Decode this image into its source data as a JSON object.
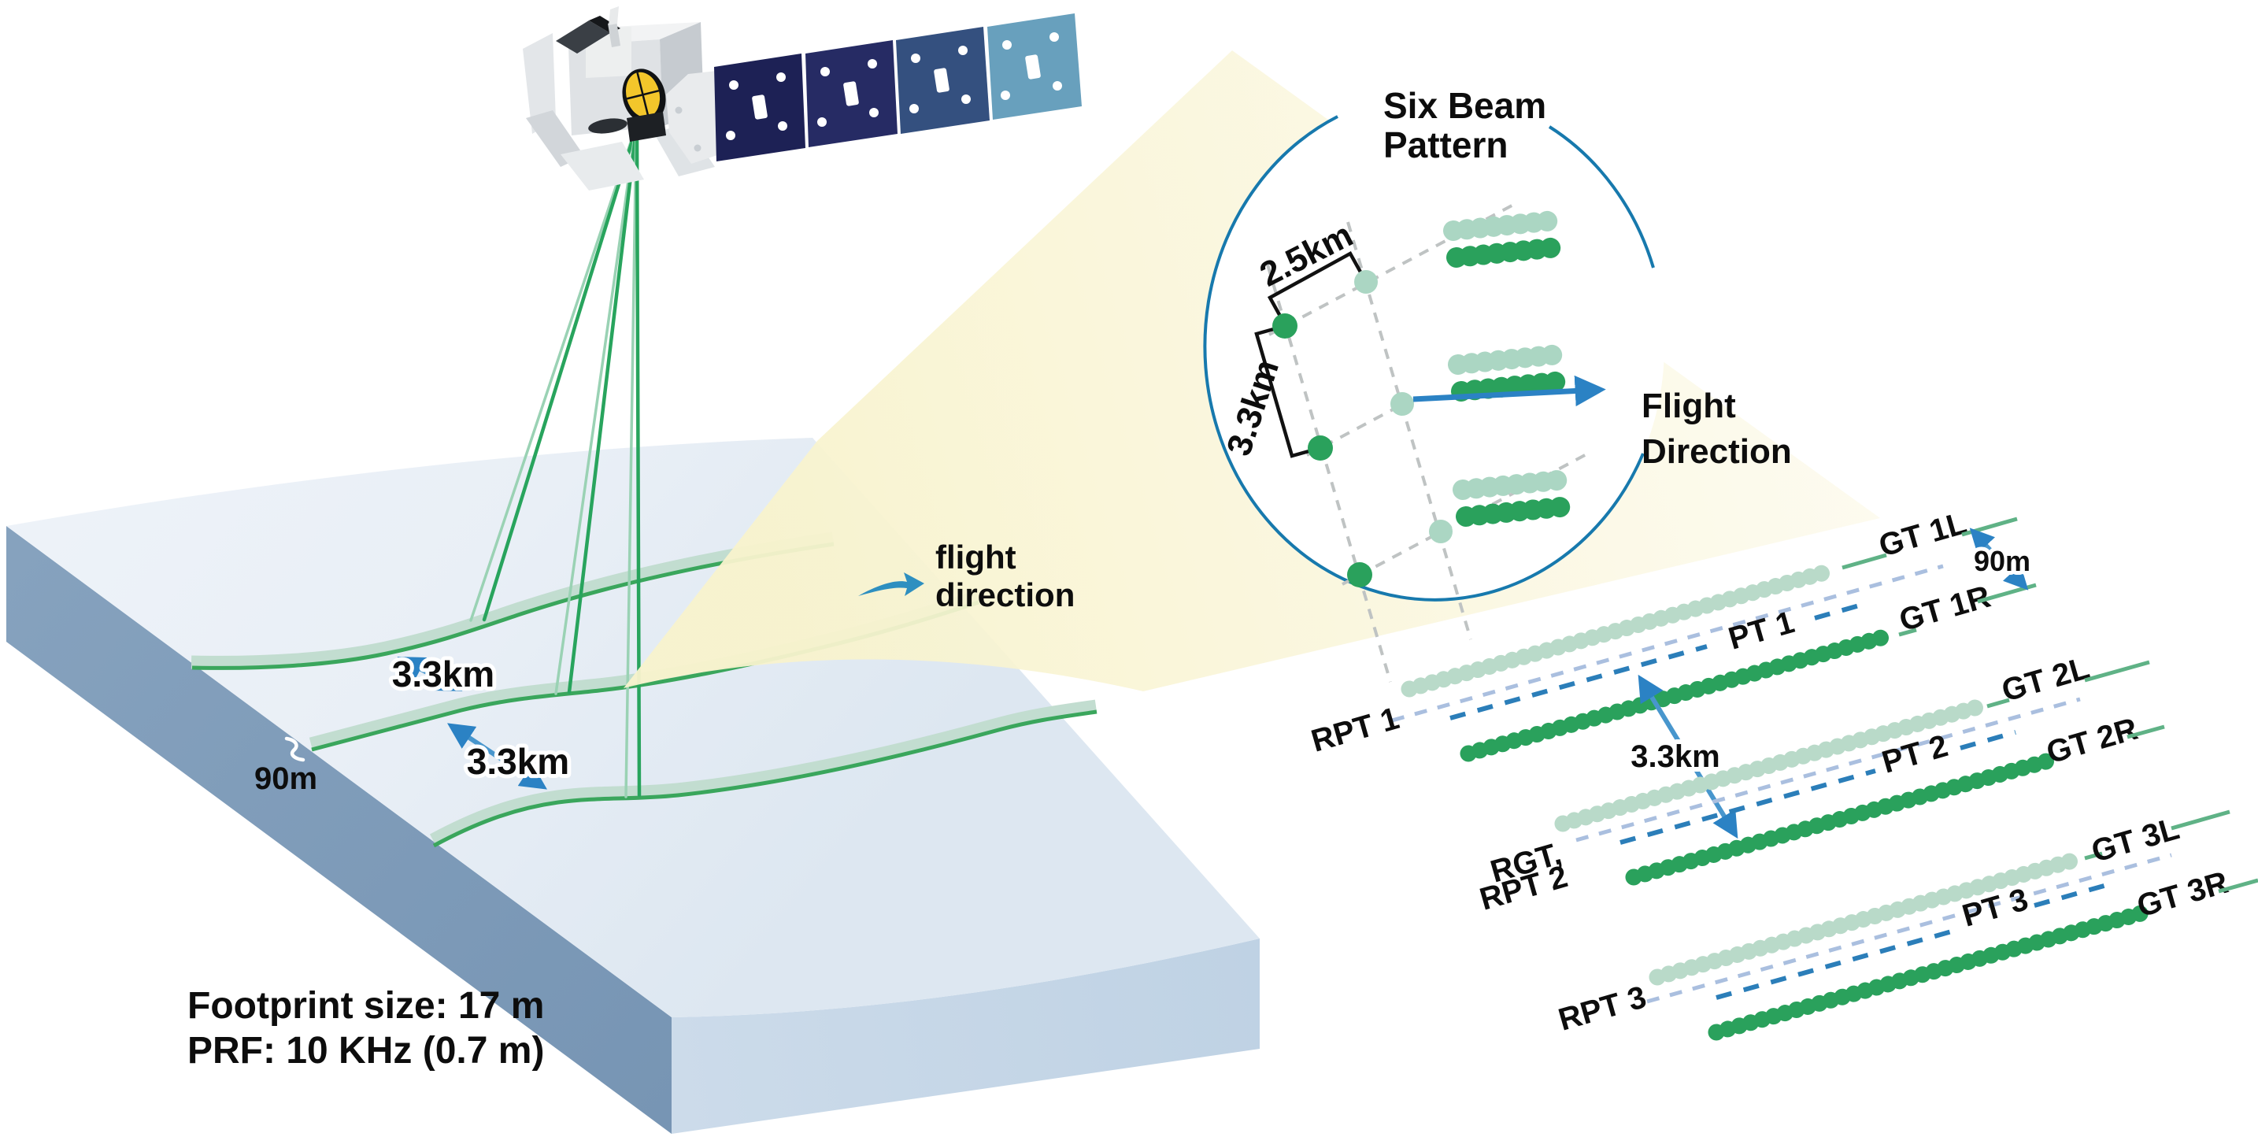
{
  "terrain": {
    "track_spacing_label_1": "3.3km",
    "track_spacing_label_2": "3.3km",
    "edge_width_label": "90m",
    "footnote_line1": "Footprint size: 17 m",
    "footnote_line2": "PRF: 10 KHz (0.7 m)"
  },
  "flight_direction": {
    "line1": "flight",
    "line2": "direction"
  },
  "inset": {
    "title_line1": "Six Beam",
    "title_line2": "Pattern",
    "along_track_label": "2.5km",
    "cross_track_label": "3.3km",
    "flight_label_line1": "Flight",
    "flight_label_line2": "Direction"
  },
  "tracks": {
    "pair_gap_label": "90m",
    "group_gap_label": "3.3km",
    "groups": [
      {
        "left": "GT 1L",
        "pair_track": "PT 1",
        "right": "GT 1R",
        "reference": "RPT 1"
      },
      {
        "left": "GT 2L",
        "pair_track": "PT 2",
        "right": "GT 2R",
        "reference_line1": "RGT,",
        "reference_line2": "RPT 2"
      },
      {
        "left": "GT 3L",
        "pair_track": "PT 3",
        "right": "GT 3R",
        "reference": "RPT 3"
      }
    ]
  },
  "colors": {
    "strong_beam_green": "#2aa15c",
    "weak_beam_green": "#b9dac9",
    "stripe_band_green": "#c2ddd0",
    "stripe_line_green": "#3aa65c",
    "pt_blue": "#2b7eb9",
    "rpt_lavender": "#aabfdf",
    "arrow_blue": "#2b82c4",
    "circle_blue": "#1779ad",
    "cone_yellow": "#f8f3cf",
    "terrain_side_blue": "#7f9dba",
    "panel_navy": "#1d2155"
  }
}
